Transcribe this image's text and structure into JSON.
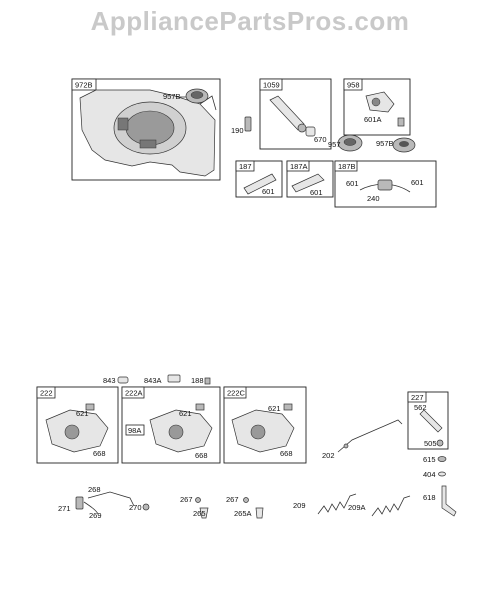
{
  "brand": "AppliancePartsPros.com",
  "labels": {
    "p972B": "972B",
    "p957B_a": "957B",
    "p1059": "1059",
    "p190": "190",
    "p670": "670",
    "p958": "958",
    "p601A": "601A",
    "p957": "957",
    "p957B_b": "957B",
    "p187": "187",
    "p601_a": "601",
    "p187A": "187A",
    "p601_b": "601",
    "p187B": "187B",
    "p601_c": "601",
    "p601_d": "601",
    "p240": "240",
    "p843": "843",
    "p843A": "843A",
    "p188": "188",
    "p222": "222",
    "p621_a": "621",
    "p668_a": "668",
    "p222A": "222A",
    "p621_b": "621",
    "p98A": "98A",
    "p668_b": "668",
    "p222C": "222C",
    "p621_c": "621",
    "p668_c": "668",
    "p202": "202",
    "p227": "227",
    "p562": "562",
    "p505": "505",
    "p615": "615",
    "p404": "404",
    "p618": "618",
    "p268": "268",
    "p271": "271",
    "p269": "269",
    "p270": "270",
    "p267_a": "267",
    "p265": "265",
    "p267_b": "267",
    "p265A": "265A",
    "p209": "209",
    "p209A": "209A"
  }
}
